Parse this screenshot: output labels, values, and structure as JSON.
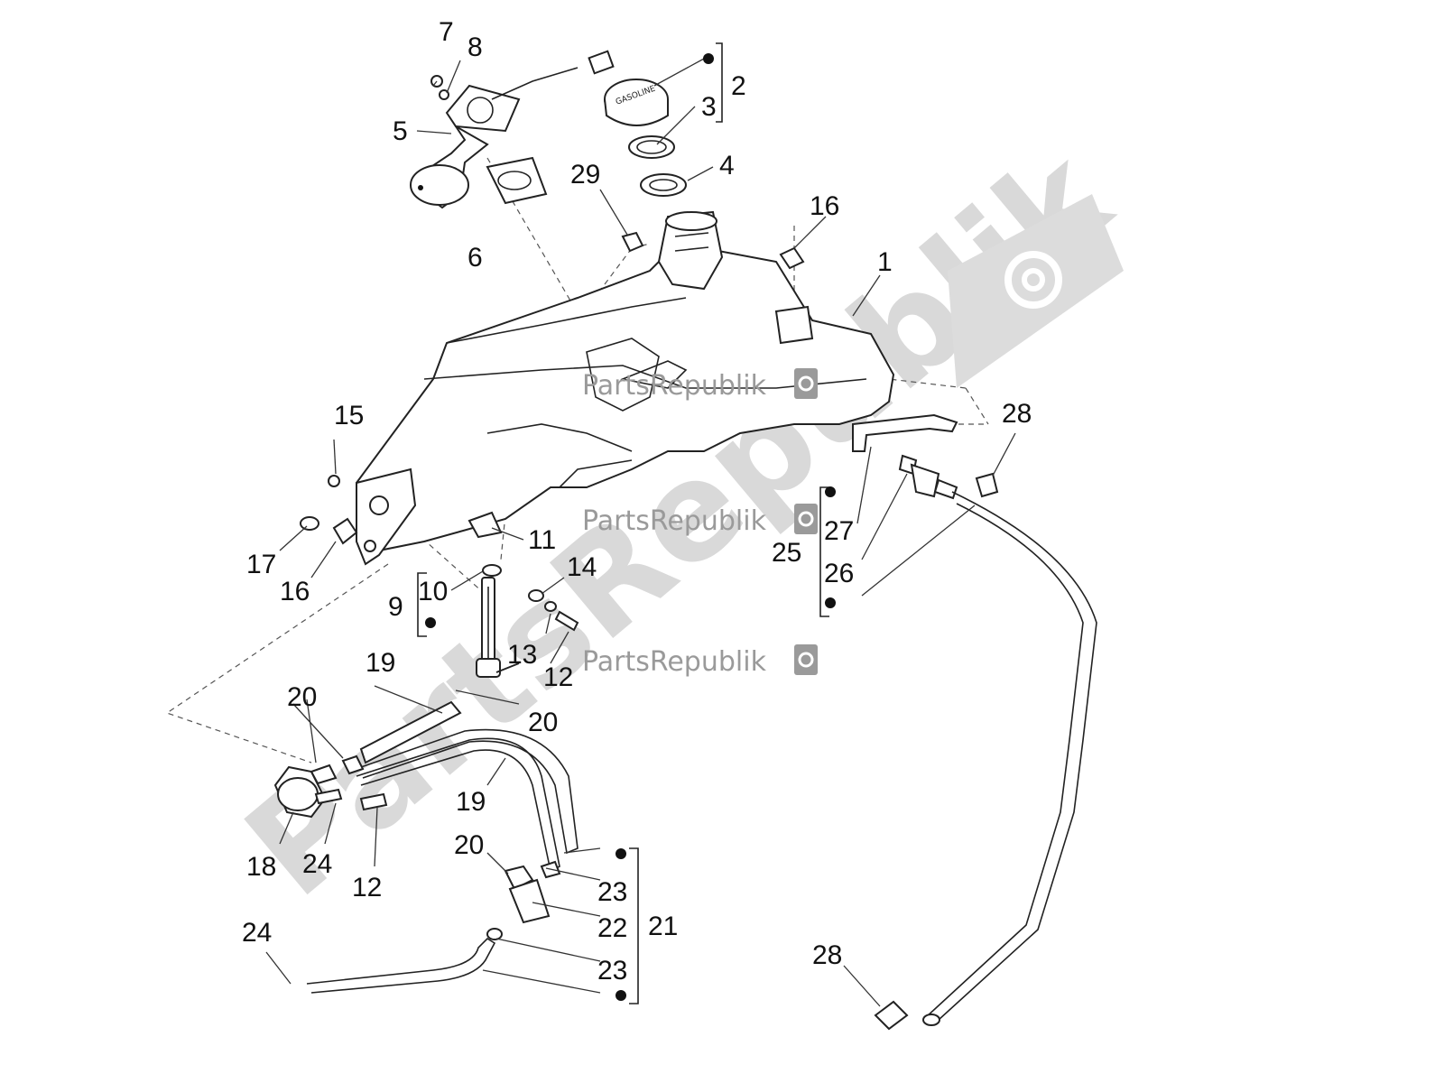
{
  "watermark": {
    "brand_text": "PartsRepublik",
    "big_text": "PartsRepublik",
    "icon": "gear-icon",
    "color": "#d9d9d9"
  },
  "callouts": {
    "n1": "1",
    "n2": "2",
    "n3": "3",
    "n4": "4",
    "n5": "5",
    "n6": "6",
    "n7": "7",
    "n8": "8",
    "n9": "9",
    "n10": "10",
    "n11": "11",
    "n12a": "12",
    "n12b": "12",
    "n13": "13",
    "n14": "14",
    "n15": "15",
    "n16a": "16",
    "n16b": "16",
    "n17": "17",
    "n18": "18",
    "n19a": "19",
    "n19b": "19",
    "n20a": "20",
    "n20b": "20",
    "n20c": "20",
    "n21": "21",
    "n22": "22",
    "n23a": "23",
    "n23b": "23",
    "n24a": "24",
    "n24b": "24",
    "n25": "25",
    "n26": "26",
    "n27": "27",
    "n28a": "28",
    "n28b": "28",
    "n29": "29"
  },
  "cap_label": "GASOLINE"
}
